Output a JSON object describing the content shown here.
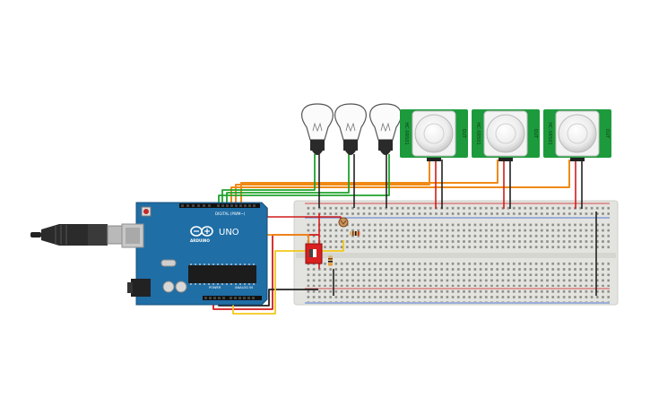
{
  "arduino": {
    "logo_text": "ARDUINO",
    "model_label": "UNO",
    "header_digital_label": "DIGITAL (PWM~)",
    "header_power_label": "POWER",
    "header_analog_label": "ANALOG IN",
    "pcb_color": "#1f6ea6"
  },
  "components": {
    "bulb_count": 3,
    "pir_count": 3,
    "pir_board_color": "#1d9a3c",
    "pir_label": "HC-SR501"
  },
  "wires": {
    "green": "#1fa32b",
    "orange": "#f08a16",
    "red": "#d21b1b",
    "black": "#222222",
    "yellow": "#f2c81b"
  }
}
